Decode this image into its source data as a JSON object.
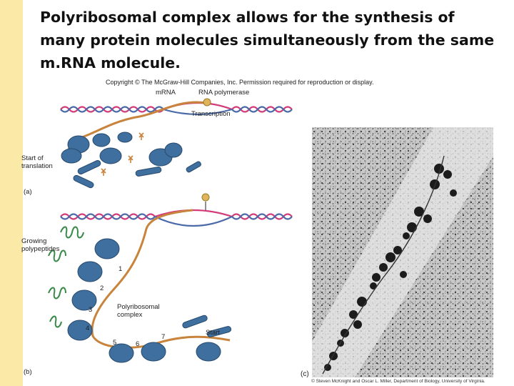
{
  "slide": {
    "title": "Polyribosomal complex allows for the synthesis of many protein molecules simultaneously from the same m.RNA molecule."
  },
  "figure": {
    "copyright": "Copyright © The McGraw-Hill Companies, Inc. Permission required for reproduction or display.",
    "labels": {
      "mrna": "mRNA",
      "rna_polymerase": "RNA polymerase",
      "transcription": "Transcription",
      "start_of_translation_1": "Start of",
      "start_of_translation_2": "translation",
      "panel_a": "(a)",
      "growing_1": "Growing",
      "growing_2": "polypeptides",
      "polyribosomal_1": "Polyribosomal",
      "polyribosomal_2": "complex",
      "start": "Start",
      "panel_b": "(b)",
      "panel_c": "(c)",
      "numbers": [
        "1",
        "2",
        "3",
        "4",
        "5",
        "6",
        "7"
      ]
    },
    "micrograph_credit": "© Steven McKnight and Oscar L. Miller, Department of Biology, University of Virginia.",
    "colors": {
      "accent": "#fbeaa7",
      "dna_pink": "#d23c78",
      "dna_blue": "#4a6aa8",
      "mrna_orange": "#c8843c",
      "ribosome_blue": "#3f6f9e",
      "polypeptide_green": "#3a8a4a"
    }
  }
}
